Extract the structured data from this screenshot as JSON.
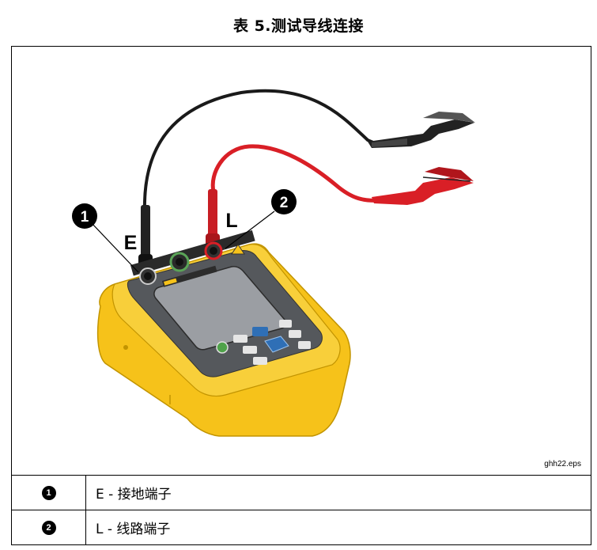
{
  "title": "表 5.测试导线连接",
  "figure": {
    "callout_1_number": "1",
    "callout_2_number": "2",
    "terminal_e_letter": "E",
    "terminal_l_letter": "L",
    "file_label": "ghh22.eps"
  },
  "legend": [
    {
      "number": "1",
      "text": "E - 接地端子"
    },
    {
      "number": "2",
      "text": "L - 线路端子"
    }
  ],
  "colors": {
    "meter_body": "#f6c21a",
    "faceplate": "#55585c",
    "screen": "#9b9ea3",
    "lead_black": "#1a1a1a",
    "lead_red": "#d91f26"
  }
}
